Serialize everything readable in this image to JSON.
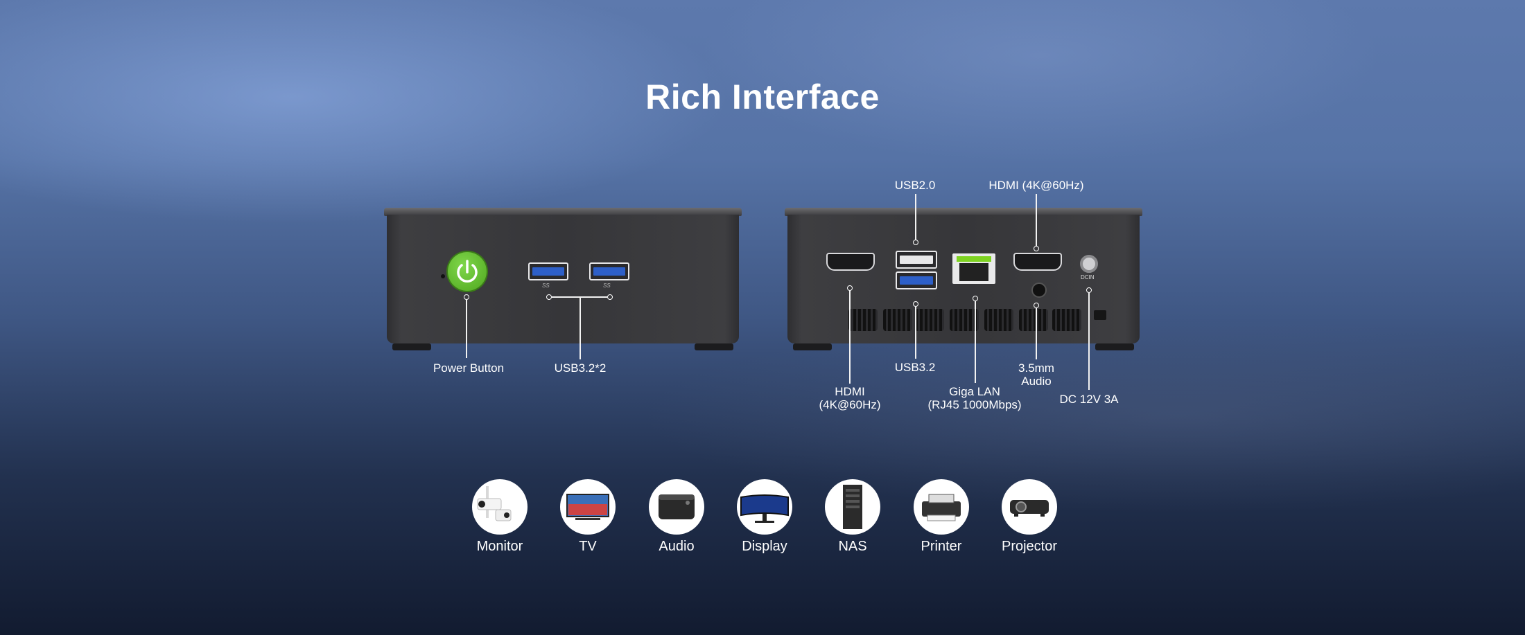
{
  "title": "Rich Interface",
  "front": {
    "power_label": "Power Button",
    "usb_label": "USB3.2*2",
    "usb_mark": "SS"
  },
  "back": {
    "hdmi_top_label": "HDMI (4K@60Hz)",
    "usb20_label": "USB2.0",
    "hdmi_bottom_label_line1": "HDMI",
    "hdmi_bottom_label_line2": "(4K@60Hz)",
    "usb32_label": "USB3.2",
    "lan_label_line1": "Giga LAN",
    "lan_label_line2": "(RJ45 1000Mbps)",
    "audio_label_line1": "3.5mm",
    "audio_label_line2": "Audio",
    "dc_label": "DC 12V 3A",
    "dcin_mark": "DCIN"
  },
  "devices": [
    {
      "label": "Monitor",
      "icon": "security-camera-icon"
    },
    {
      "label": "TV",
      "icon": "tv-icon"
    },
    {
      "label": "Audio",
      "icon": "speaker-icon"
    },
    {
      "label": "Display",
      "icon": "curved-display-icon"
    },
    {
      "label": "NAS",
      "icon": "nas-server-icon"
    },
    {
      "label": "Printer",
      "icon": "printer-icon"
    },
    {
      "label": "Projector",
      "icon": "projector-icon"
    }
  ],
  "colors": {
    "power_button": "#5dbb2a",
    "usb3_blue": "#2d5fc8",
    "lan_green": "#7ed321"
  }
}
